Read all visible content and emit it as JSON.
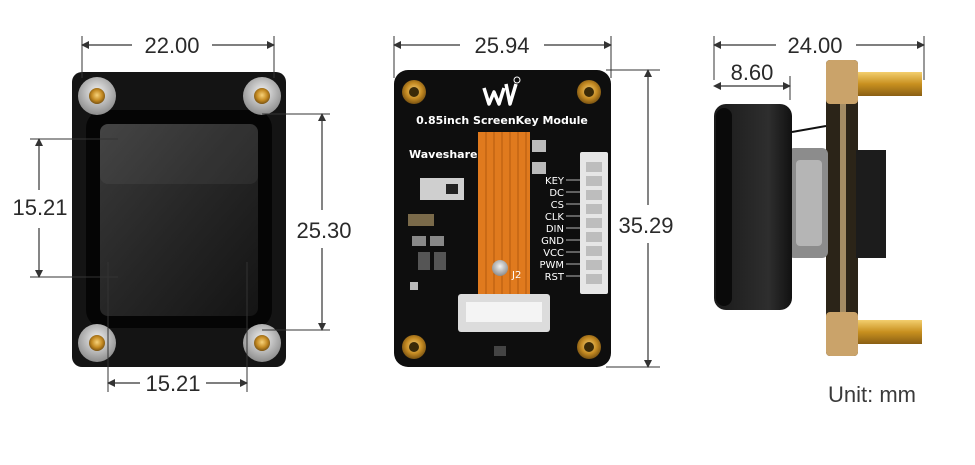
{
  "views": {
    "front": {
      "dim_top": "22.00",
      "dim_left": "15.21",
      "dim_right": "25.30",
      "dim_bottom": "15.21"
    },
    "back": {
      "dim_top": "25.94",
      "dim_right": "35.29",
      "title": "0.85inch ScreenKey Module",
      "brand": "Waveshare",
      "pins": [
        "KEY",
        "DC",
        "CS",
        "CLK",
        "DIN",
        "GND",
        "VCC",
        "PWM",
        "RST"
      ],
      "connector_label": "J2"
    },
    "side": {
      "dim_top": "24.00",
      "dim_inner": "8.60"
    }
  },
  "unit_label": "Unit: mm"
}
